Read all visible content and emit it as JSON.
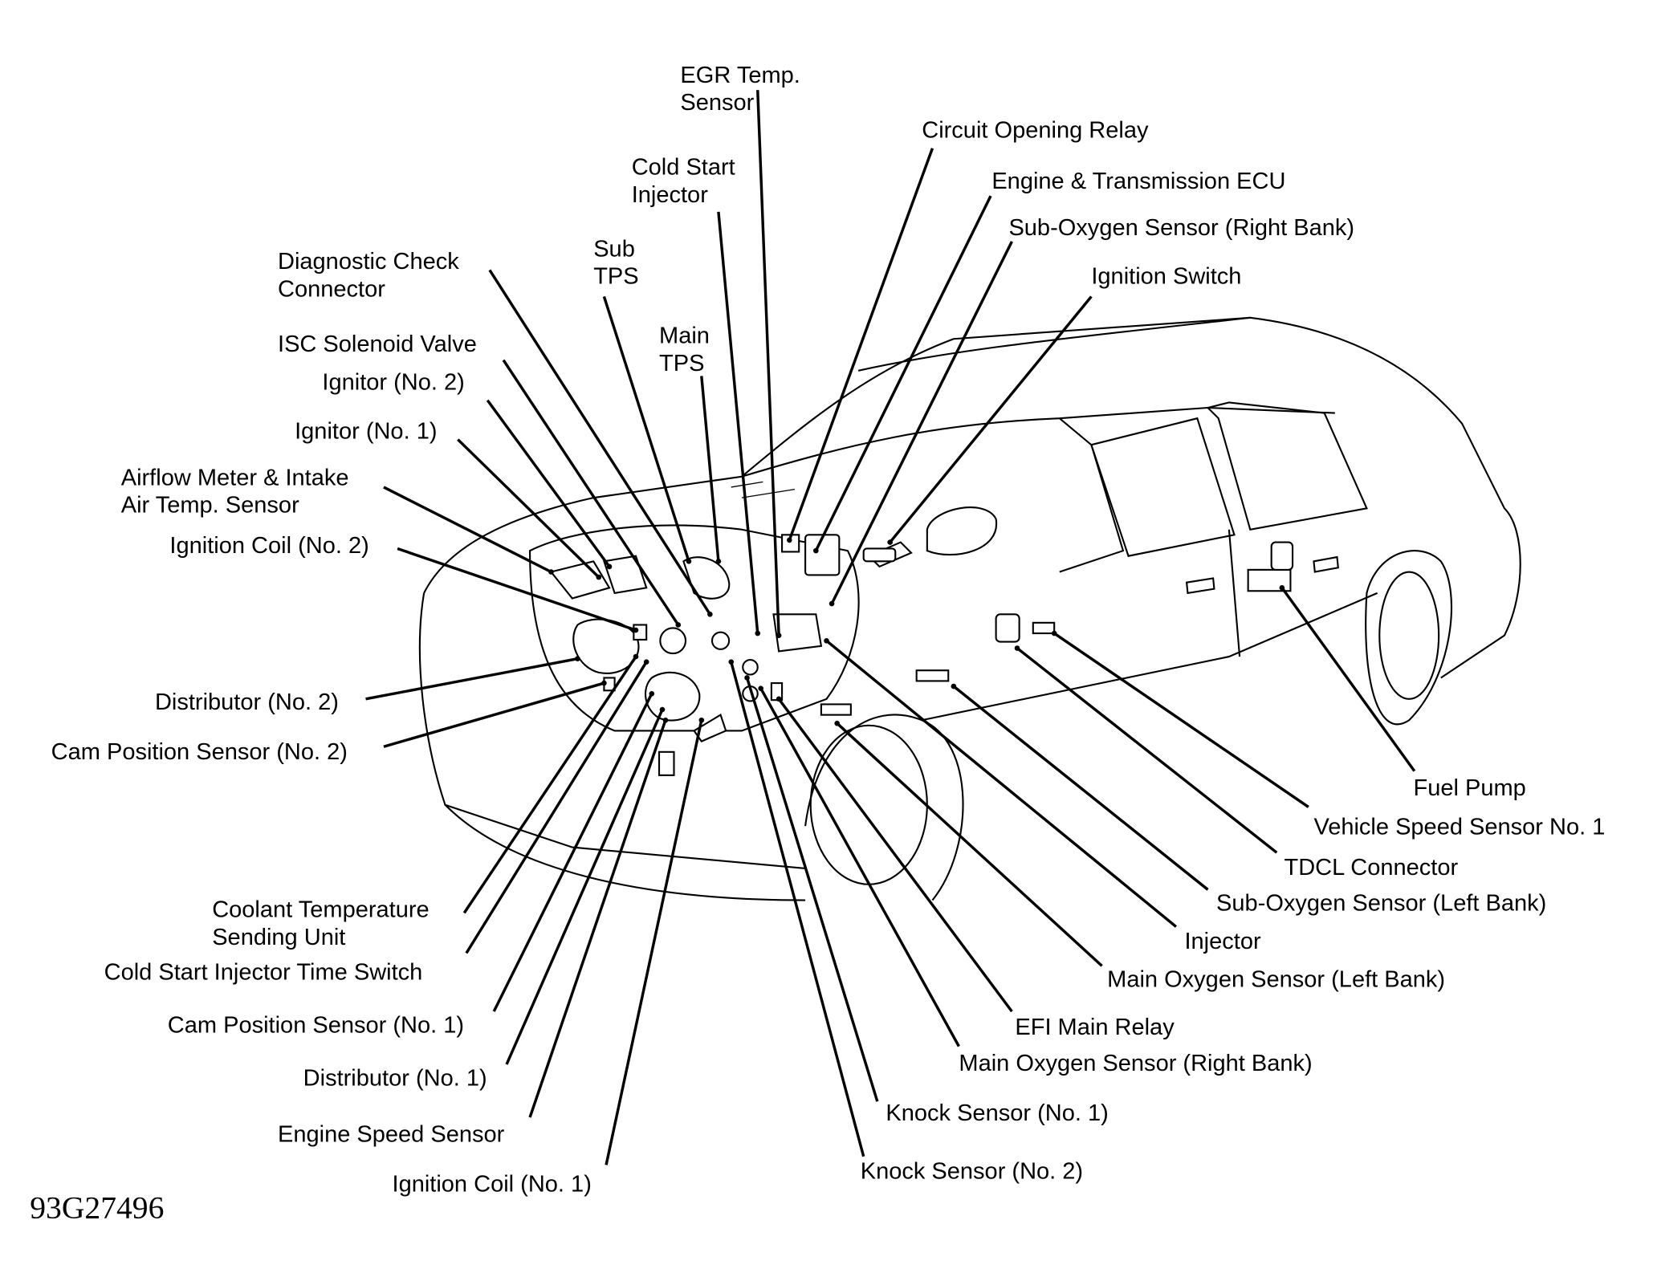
{
  "figure_id": "93G27496",
  "labels": [
    {
      "id": "egr-temp-sensor",
      "lines": [
        "EGR Temp.",
        "Sensor"
      ]
    },
    {
      "id": "cold-start-injector",
      "lines": [
        "Cold Start",
        "Injector"
      ]
    },
    {
      "id": "circuit-opening-relay",
      "lines": [
        "Circuit Opening Relay"
      ]
    },
    {
      "id": "engine-transmission-ecu",
      "lines": [
        "Engine & Transmission ECU"
      ]
    },
    {
      "id": "sub-oxygen-sensor-right",
      "lines": [
        "Sub-Oxygen Sensor (Right Bank)"
      ]
    },
    {
      "id": "ignition-switch",
      "lines": [
        "Ignition Switch"
      ]
    },
    {
      "id": "diagnostic-check-connector",
      "lines": [
        "Diagnostic Check",
        "Connector"
      ]
    },
    {
      "id": "sub-tps",
      "lines": [
        "Sub",
        "TPS"
      ]
    },
    {
      "id": "main-tps",
      "lines": [
        "Main",
        "TPS"
      ]
    },
    {
      "id": "isc-solenoid-valve",
      "lines": [
        "ISC Solenoid Valve"
      ]
    },
    {
      "id": "ignitor-2",
      "lines": [
        "Ignitor (No. 2)"
      ]
    },
    {
      "id": "ignitor-1",
      "lines": [
        "Ignitor (No. 1)"
      ]
    },
    {
      "id": "airflow-meter",
      "lines": [
        "Airflow Meter & Intake",
        "Air Temp. Sensor"
      ]
    },
    {
      "id": "ignition-coil-2",
      "lines": [
        "Ignition Coil (No. 2)"
      ]
    },
    {
      "id": "distributor-2",
      "lines": [
        "Distributor (No. 2)"
      ]
    },
    {
      "id": "cam-position-sensor-2",
      "lines": [
        "Cam Position Sensor (No. 2)"
      ]
    },
    {
      "id": "coolant-temp-sending-unit",
      "lines": [
        "Coolant Temperature",
        "Sending Unit"
      ]
    },
    {
      "id": "cold-start-injector-time-switch",
      "lines": [
        "Cold Start Injector Time Switch"
      ]
    },
    {
      "id": "cam-position-sensor-1",
      "lines": [
        "Cam Position Sensor (No. 1)"
      ]
    },
    {
      "id": "distributor-1",
      "lines": [
        "Distributor (No. 1)"
      ]
    },
    {
      "id": "engine-speed-sensor",
      "lines": [
        "Engine Speed Sensor"
      ]
    },
    {
      "id": "ignition-coil-1",
      "lines": [
        "Ignition Coil (No. 1)"
      ]
    },
    {
      "id": "fuel-pump",
      "lines": [
        "Fuel Pump"
      ]
    },
    {
      "id": "vehicle-speed-sensor-1",
      "lines": [
        "Vehicle Speed Sensor No. 1"
      ]
    },
    {
      "id": "tdcl-connector",
      "lines": [
        "TDCL Connector"
      ]
    },
    {
      "id": "sub-oxygen-sensor-left",
      "lines": [
        "Sub-Oxygen Sensor (Left Bank)"
      ]
    },
    {
      "id": "injector",
      "lines": [
        "Injector"
      ]
    },
    {
      "id": "main-oxygen-sensor-left",
      "lines": [
        "Main Oxygen Sensor (Left Bank)"
      ]
    },
    {
      "id": "efi-main-relay",
      "lines": [
        "EFI Main Relay"
      ]
    },
    {
      "id": "main-oxygen-sensor-right",
      "lines": [
        "Main Oxygen Sensor (Right Bank)"
      ]
    },
    {
      "id": "knock-sensor-1",
      "lines": [
        "Knock Sensor (No. 1)"
      ]
    },
    {
      "id": "knock-sensor-2",
      "lines": [
        "Knock Sensor (No. 2)"
      ]
    }
  ]
}
